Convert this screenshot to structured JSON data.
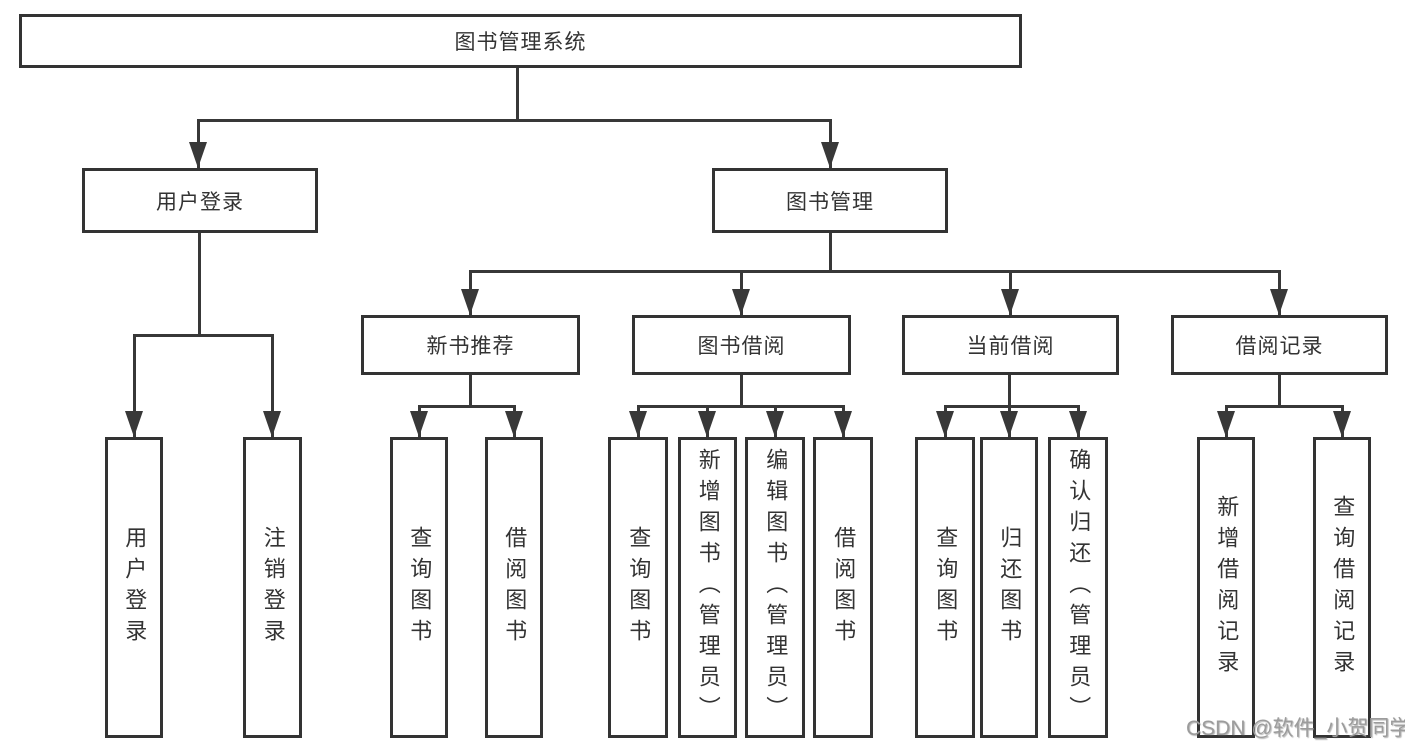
{
  "diagram": {
    "root": {
      "label": "图书管理系统"
    },
    "branches": [
      {
        "label": "用户登录",
        "children": [
          {
            "label": "用户登录"
          },
          {
            "label": "注销登录"
          }
        ]
      },
      {
        "label": "图书管理",
        "children": [
          {
            "label": "新书推荐",
            "children": [
              {
                "label": "查询图书"
              },
              {
                "label": "借阅图书"
              }
            ]
          },
          {
            "label": "图书借阅",
            "children": [
              {
                "label": "查询图书"
              },
              {
                "label": "新增图书（管理员）"
              },
              {
                "label": "编辑图书（管理员）"
              },
              {
                "label": "借阅图书"
              }
            ]
          },
          {
            "label": "当前借阅",
            "children": [
              {
                "label": "查询图书"
              },
              {
                "label": "归还图书"
              },
              {
                "label": "确认归还（管理员）"
              }
            ]
          },
          {
            "label": "借阅记录",
            "children": [
              {
                "label": "新增借阅记录"
              },
              {
                "label": "查询借阅记录"
              }
            ]
          }
        ]
      }
    ],
    "watermark": "CSDN @软件_小贺同学",
    "colors": {
      "line": "#383838",
      "box_border": "#333333",
      "text": "#333333",
      "watermark": "#9c9c9c",
      "background": "#ffffff"
    }
  }
}
